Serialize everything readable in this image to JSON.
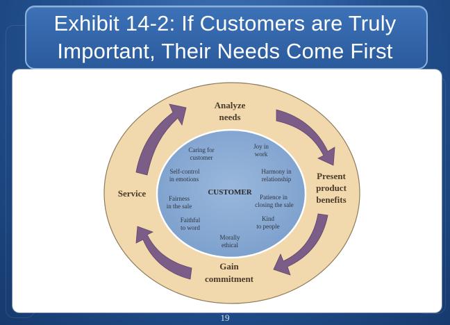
{
  "title_line1": "Exhibit 14-2: If Customers are Truly",
  "title_line2": "Important, Their Needs Come First",
  "outer_stages": {
    "top_line1": "Analyze",
    "top_line2": "needs",
    "right_line1": "Present",
    "right_line2": "product",
    "right_line3": "benefits",
    "bottom_line1": "Gain",
    "bottom_line2": "commitment",
    "left": "Service"
  },
  "center_label": "CUSTOMER",
  "inner_values": {
    "caring_1": "Caring for",
    "caring_2": "customer",
    "joy_1": "Joy in",
    "joy_2": "work",
    "self_1": "Self-control",
    "self_2": "in emotions",
    "harmony_1": "Harmony in",
    "harmony_2": "relationship",
    "fair_1": "Fairness",
    "fair_2": "in the sale",
    "patience_1": "Patience in",
    "patience_2": "closing the sale",
    "faith_1": "Faithful",
    "faith_2": "to word",
    "kind_1": "Kind",
    "kind_2": "to people",
    "moral_1": "Morally",
    "moral_2": "ethical"
  },
  "page_number": "19",
  "colors": {
    "outer_ring": "#f1d9ad",
    "inner_circle": "#86a9d3",
    "arrow": "#7b5d88",
    "background": "#22508f"
  }
}
